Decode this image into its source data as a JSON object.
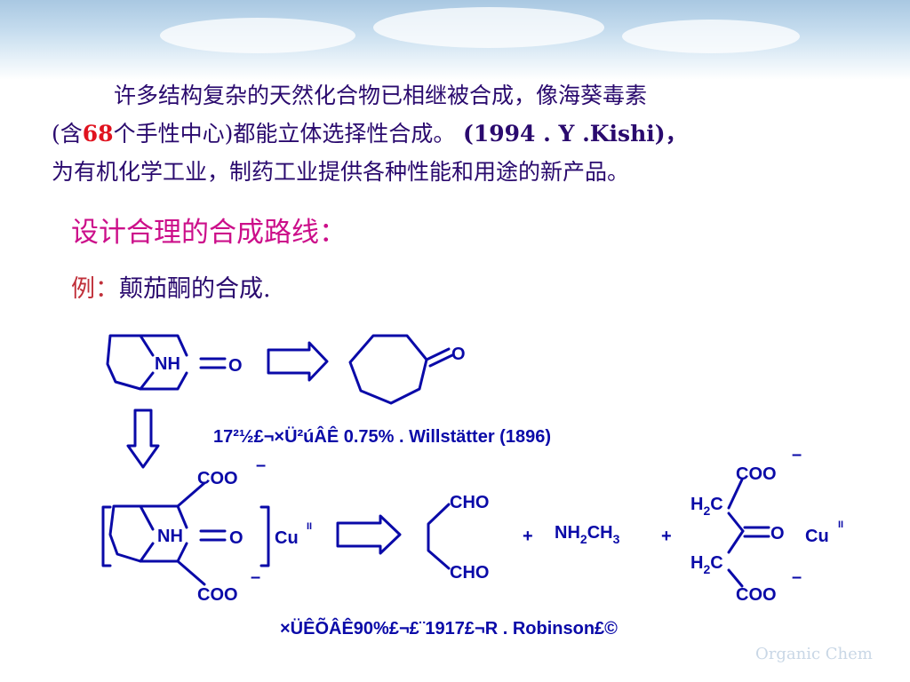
{
  "intro": {
    "line1": "许多结构复杂的天然化合物已相继被合成，像海葵毒素",
    "line2_pre": "(含",
    "line2_num": "68",
    "line2_mid": "个手性中心)都能立体选择性合成。",
    "line2_cite": " (1994 . Y .Kishi)，",
    "line3": "为有机化学工业，制药工业提供各种性能和用途的新产品。"
  },
  "heading": "设计合理的合成路线：",
  "example": {
    "label": "例：",
    "text": "颠茄酮的合成."
  },
  "diagram": {
    "nh": "NH",
    "o": "O",
    "coo": "COO",
    "minus": "–",
    "cu": "Cu",
    "cu_charge": "II",
    "cho": "CHO",
    "plus": "+",
    "nh2ch3": {
      "a": "NH",
      "b": "2",
      "c": "CH",
      "d": "3"
    },
    "h2c": {
      "a": "H",
      "b": "2",
      "c": "C"
    },
    "caption1": "17²½£¬×Ü²úÂÊ  0.75% . Willstätter (1896)",
    "caption2": "×ÜÊÕÂÊ90%£¬£¨1917£¬R . Robinson£©"
  },
  "watermark": "Organic Chem",
  "colors": {
    "text": "#2a0a6e",
    "red": "#e0121e",
    "heading": "#cc0f8a",
    "structure": "#0a0aa8"
  }
}
